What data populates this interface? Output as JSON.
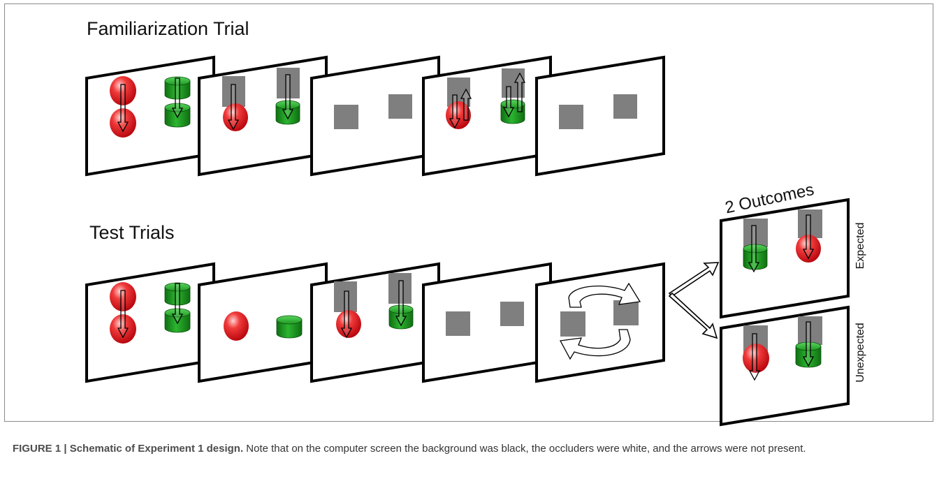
{
  "headings": {
    "familiarization": "Familiarization Trial",
    "test": "Test Trials",
    "outcomes": "2 Outcomes",
    "expected": "Expected",
    "unexpected": "Unexpected"
  },
  "caption": {
    "label": "FIGURE 1 | Schematic of Experiment 1 design.",
    "text": " Note that on the computer screen the background was black, the occluders were white, and the arrows were not present."
  },
  "colors": {
    "ball": "#e8101a",
    "cylinder": "#1e9a22",
    "occluder": "#7f7f7f",
    "panel_border": "#000000",
    "panel_fill": "#ffffff"
  }
}
